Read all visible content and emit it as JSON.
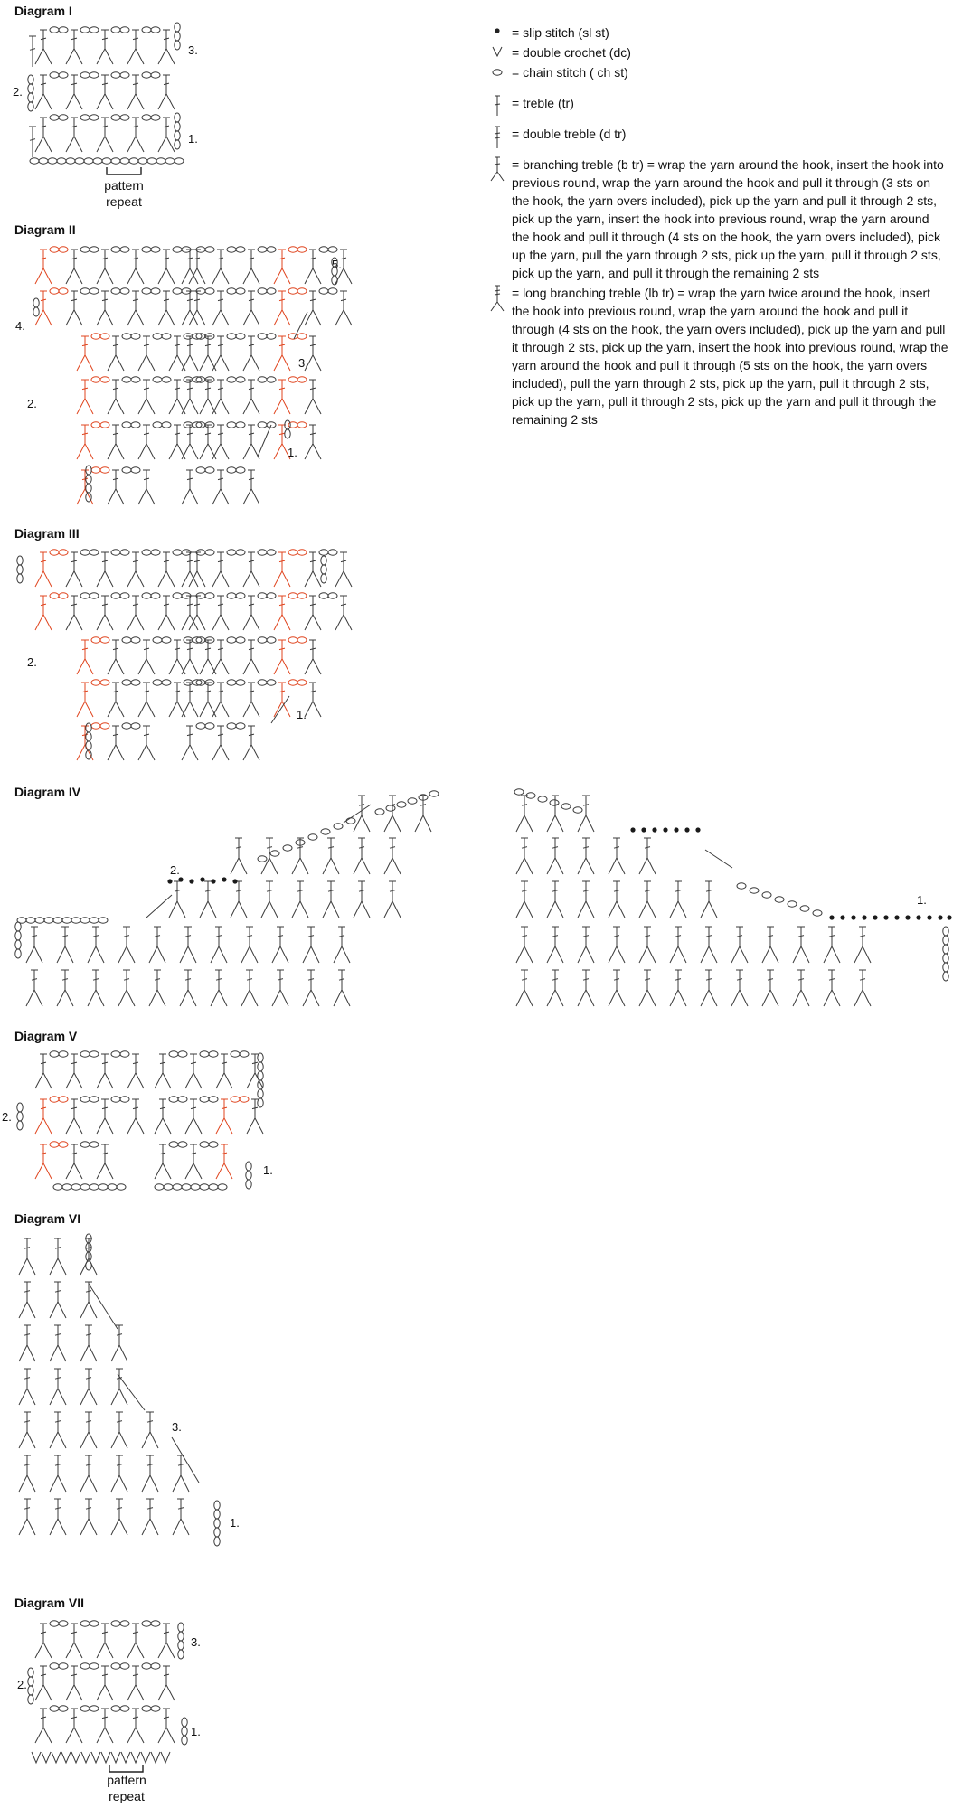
{
  "diagrams": [
    {
      "id": "I",
      "title": "Diagram I",
      "row_labels": [
        "3.",
        "2.",
        "1."
      ],
      "repeat_label": [
        "pattern",
        "repeat"
      ]
    },
    {
      "id": "II",
      "title": "Diagram II",
      "row_labels": [
        "5.",
        "4.",
        "3.",
        "2.",
        "1."
      ]
    },
    {
      "id": "III",
      "title": "Diagram III",
      "row_labels": [
        "2.",
        "1."
      ]
    },
    {
      "id": "IV",
      "title": "Diagram IV",
      "row_labels": [
        "2.",
        "1."
      ]
    },
    {
      "id": "V",
      "title": "Diagram V",
      "row_labels": [
        "2.",
        "1."
      ]
    },
    {
      "id": "VI",
      "title": "Diagram VI",
      "row_labels": [
        "3.",
        "1."
      ]
    },
    {
      "id": "VII",
      "title": "Diagram VII",
      "row_labels": [
        "3.",
        "2.",
        "1."
      ],
      "repeat_label": [
        "pattern",
        "repeat"
      ]
    }
  ],
  "legend": [
    {
      "symbol": "slip-stitch-icon",
      "text": "= slip stitch (sl st)"
    },
    {
      "symbol": "double-crochet-icon",
      "text": "= double crochet (dc)"
    },
    {
      "symbol": "chain-stitch-icon",
      "text": "= chain stitch ( ch st)"
    },
    {
      "symbol": "treble-icon",
      "text": "= treble (tr)"
    },
    {
      "symbol": "double-treble-icon",
      "text": "= double treble (d tr)"
    },
    {
      "symbol": "branching-treble-icon",
      "text": "= branching treble (b tr) = wrap the yarn around the hook, insert the hook into previous round, wrap the yarn around the hook and pull it through (3 sts on the hook, the yarn overs included), pick up the yarn and pull it through 2 sts, pick up the yarn, insert the hook into previous round, wrap the yarn around the hook and pull it through (4 sts on the hook, the yarn overs included), pick up the yarn, pull the yarn through 2 sts, pick up the yarn, pull it through 2 sts, pick up the yarn, and pull it through the remaining 2 sts"
    },
    {
      "symbol": "long-branching-treble-icon",
      "text": "= long branching treble (lb tr) = wrap the yarn twice around the hook, insert the hook into previous round, wrap the yarn around the hook and pull it through (4 sts on the hook, the yarn overs included), pick up the yarn and pull it through 2 sts, pick up the yarn, insert the hook into previous round, wrap the yarn around the hook and pull it through (5 sts on the hook, the yarn overs included), pull the yarn through 2 sts, pick up the yarn, pull it through 2 sts, pick up the yarn, pull it through 2 sts, pick up the yarn and pull it through the remaining 2 sts"
    }
  ],
  "colors": {
    "ink": "#3a3a3a",
    "highlight": "#e0451f"
  }
}
